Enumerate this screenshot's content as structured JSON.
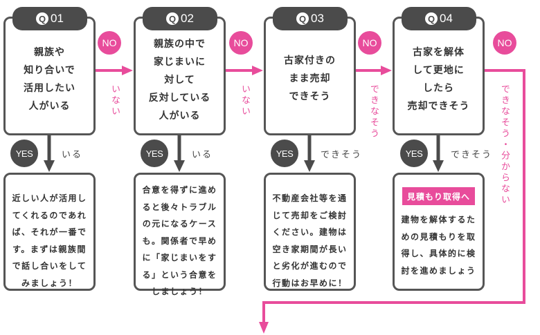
{
  "colors": {
    "accent": "#e84c9b",
    "dark": "#4b4b4b",
    "border": "#555555",
    "text": "#333333"
  },
  "questions": [
    {
      "q_icon": "Q",
      "number": "01",
      "lines": [
        "親族や",
        "知り合いで",
        "活用したい",
        "人がいる"
      ],
      "no_label": "NO",
      "no_answer": "いない",
      "yes_label": "YES",
      "yes_answer": "いる",
      "result": {
        "badge": null,
        "lines": [
          "近しい人が活用し",
          "てくれるのであれ",
          "ば、それが一番で",
          "す。まずは親族間",
          "で話し合いをして",
          "みましょう！"
        ]
      }
    },
    {
      "q_icon": "Q",
      "number": "02",
      "lines": [
        "親族の中で",
        "家じまいに",
        "対して",
        "反対している",
        "人がいる"
      ],
      "no_label": "NO",
      "no_answer": "いない",
      "yes_label": "YES",
      "yes_answer": "いる",
      "result": {
        "badge": null,
        "lines": [
          "合意を得ずに進め",
          "ると後々トラブル",
          "の元になるケース",
          "も。関係者で早め",
          "に「家じまいをす",
          "る」という合意を",
          "しましょう！"
        ]
      }
    },
    {
      "q_icon": "Q",
      "number": "03",
      "lines": [
        "古家付きの",
        "まま売却",
        "できそう"
      ],
      "no_label": "NO",
      "no_answer": "できなそう",
      "yes_label": "YES",
      "yes_answer": "できそう",
      "result": {
        "badge": null,
        "lines": [
          "不動産会社等を通",
          "じて売却をご検討",
          "ください。建物は",
          "空き家期間が長い",
          "と劣化が進むので",
          "行動はお早めに！"
        ]
      }
    },
    {
      "q_icon": "Q",
      "number": "04",
      "lines": [
        "古家を解体",
        "して更地に",
        "したら",
        "売却できそう"
      ],
      "no_label": "NO",
      "no_answer": "できなそう・分からない",
      "yes_label": "YES",
      "yes_answer": "できそう",
      "result": {
        "badge": "見積もり取得へ",
        "lines": [
          "建物を解体するた",
          "めの見積もりを取",
          "得し、具体的に検",
          "討を進めましょう"
        ]
      }
    }
  ]
}
